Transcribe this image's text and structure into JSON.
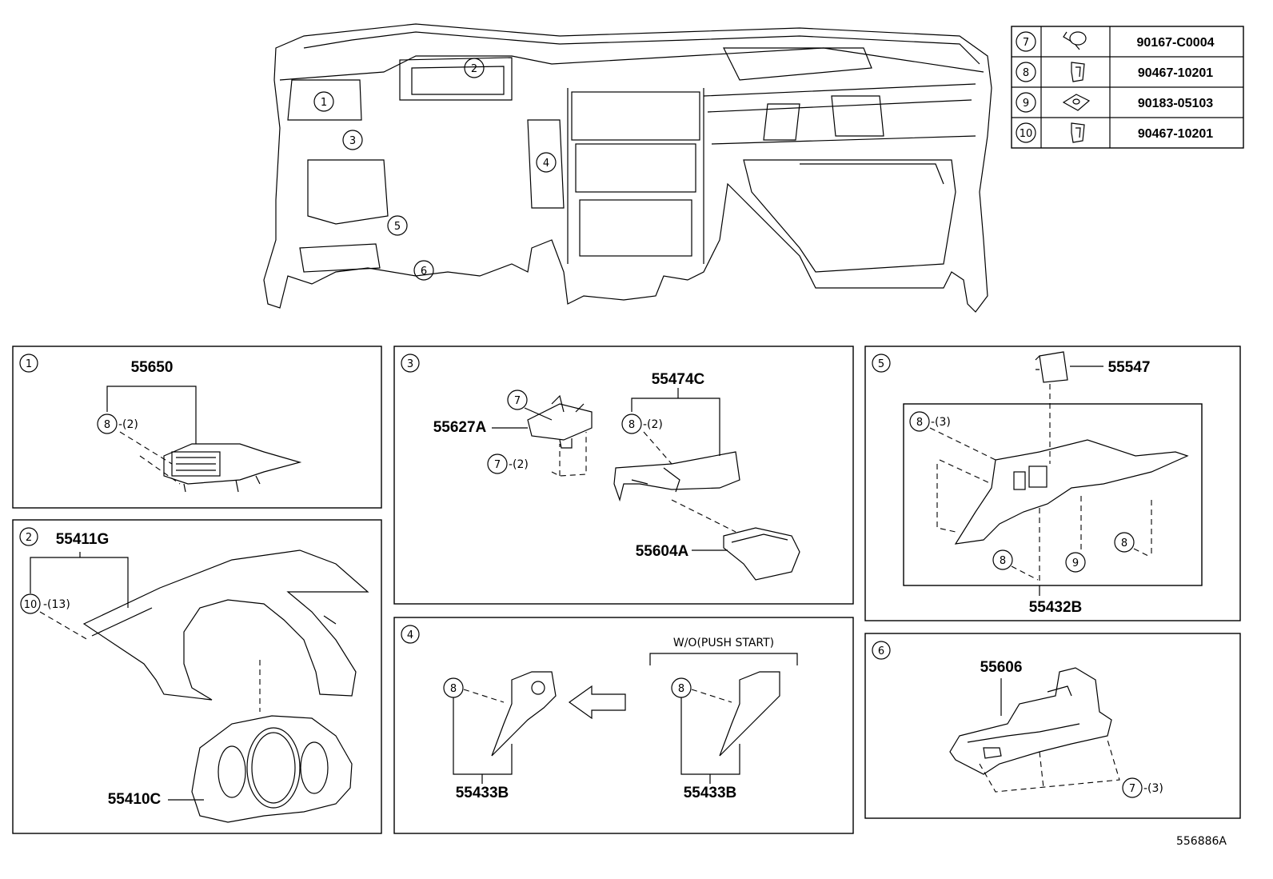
{
  "fastener_table": [
    {
      "ref": "7",
      "part": "90167-C0004",
      "icon": "bolt-icon"
    },
    {
      "ref": "8",
      "part": "90467-10201",
      "icon": "clip-icon"
    },
    {
      "ref": "9",
      "part": "90183-05103",
      "icon": "nut-icon"
    },
    {
      "ref": "10",
      "part": "90467-10201",
      "icon": "clip-icon"
    }
  ],
  "overview_callouts": [
    "1",
    "2",
    "3",
    "4",
    "5",
    "6"
  ],
  "panels": [
    {
      "ref": "1",
      "labels": {
        "main": "55650",
        "clip": "8",
        "qty": "-(2)"
      }
    },
    {
      "ref": "2",
      "labels": {
        "main": "55411G",
        "clip": "10",
        "qty": "-(13)",
        "meter": "55410C"
      }
    },
    {
      "ref": "3",
      "labels": {
        "a": "55474C",
        "b": "55627A",
        "c": "55604A",
        "clip8": "8",
        "qty8": "-(2)",
        "bolt": "7",
        "bolt2": "7",
        "qty7": "-(2)"
      }
    },
    {
      "ref": "4",
      "labels": {
        "note": "W/O(PUSH START)",
        "left": "55433B",
        "right": "55433B",
        "clipL": "8",
        "clipR": "8"
      }
    },
    {
      "ref": "5",
      "labels": {
        "cap": "55547",
        "main": "55432B",
        "clip": "8",
        "qty": "-(3)",
        "c8a": "8",
        "c9": "9",
        "c8b": "8"
      }
    },
    {
      "ref": "6",
      "labels": {
        "main": "55606",
        "bolt": "7",
        "qty": "-(3)"
      }
    }
  ],
  "diagram_code": "556886A"
}
